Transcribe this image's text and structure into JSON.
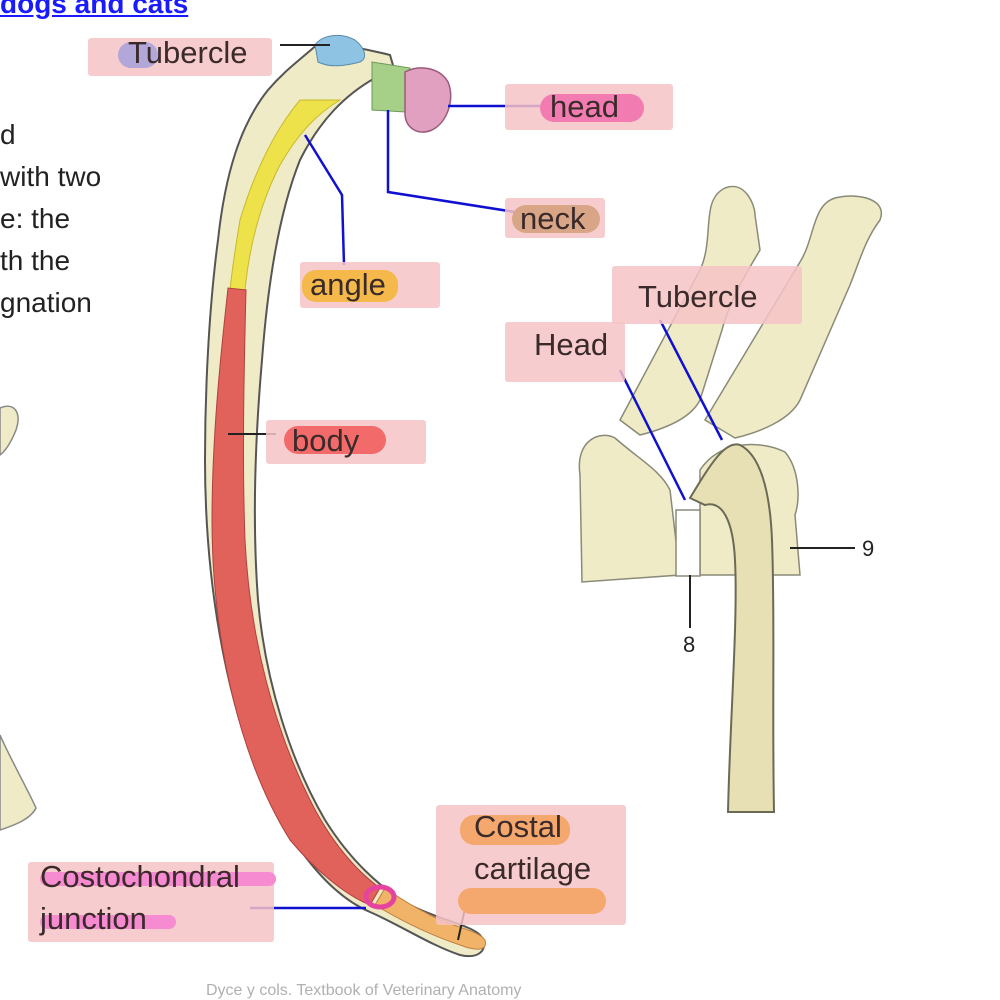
{
  "title": "dogs and cats",
  "body_lines": [
    "d",
    "with two",
    "e: the",
    "th the",
    "gnation"
  ],
  "labels": {
    "tubercle_top": "Tubercle",
    "head_top": "head",
    "neck": "neck",
    "angle": "angle",
    "body": "body",
    "tubercle_right": "Tubercle",
    "head_right": "Head",
    "costal_line1": "Costal",
    "costal_line2": "cartilage",
    "costo_line1": "Costochondral",
    "costo_line2": "junction",
    "num8": "8",
    "num9": "9"
  },
  "credit": "Dyce y cols. Textbook of Veterinary Anatomy",
  "colors": {
    "label_bg": "#f6c3c6",
    "leader_blue": "#1010d0",
    "bone": "#efebc7",
    "body_red": "#e0625a",
    "angle_yellow": "#ede24a",
    "tubercle_blue": "#8fc3e4",
    "head_pink": "#e2a0c0",
    "neck_green": "#a6cf87",
    "cartilage_orange": "#f0b367",
    "costo_magenta": "#e6439e"
  }
}
